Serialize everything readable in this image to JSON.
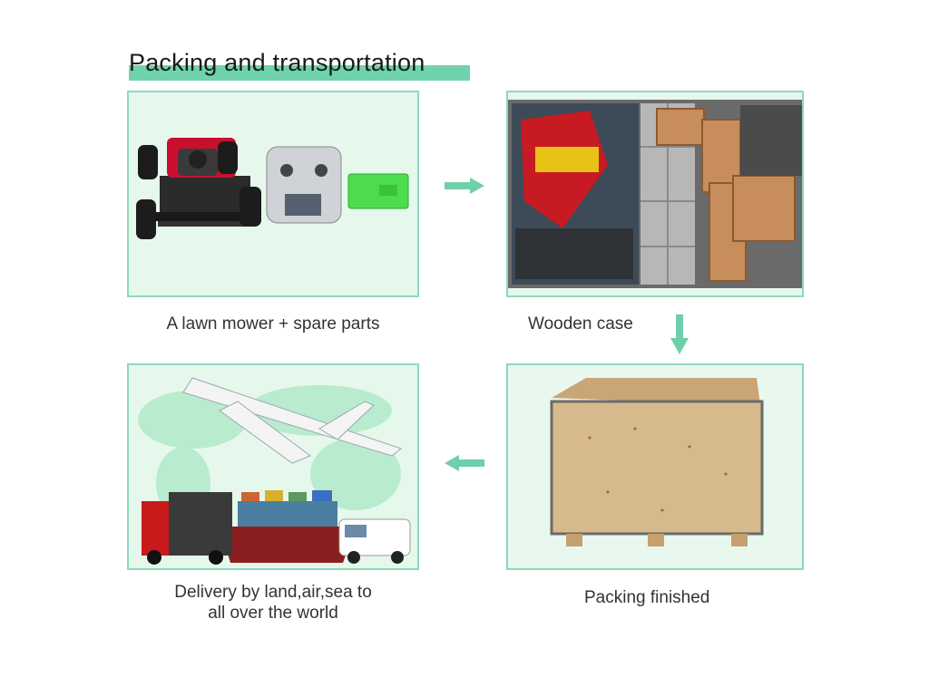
{
  "title": "Packing and transportation",
  "steps": [
    {
      "caption": "A lawn mower + spare parts"
    },
    {
      "caption": "Wooden case"
    },
    {
      "caption": "Packing finished"
    },
    {
      "caption_line1": "Delivery by land,air,sea to",
      "caption_line2": "all over the world"
    }
  ],
  "colors": {
    "accent": "#6fd3ac",
    "panel_border": "#8ed8bc",
    "panel_bg": "#e6f8ec",
    "arrow": "#6fcfaa"
  }
}
